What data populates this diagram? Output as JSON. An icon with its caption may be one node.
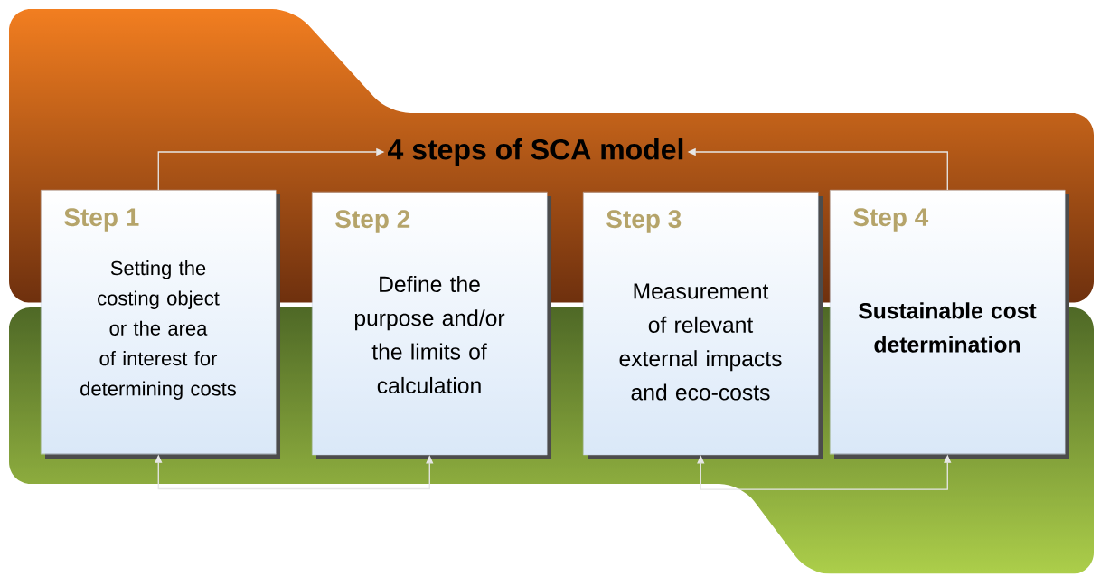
{
  "diagram": {
    "nodes": [
      {
        "text": [
          "4 steps of SCA model"
        ]
      },
      {
        "text": [
          "Step 1",
          "Setting the costing object or the area of interest for determining costs"
        ]
      },
      {
        "text": [
          "Step 2",
          "Define the purpose and/or the limits of calculation"
        ]
      },
      {
        "text": [
          "Step 3",
          "Measurement of relevant external impacts and eco-costs"
        ]
      },
      {
        "text": [
          "Step 4",
          "Sustainable cost determination"
        ]
      }
    ],
    "edges": [
      {
        "from": 1,
        "to": 0,
        "arrow": "to"
      },
      {
        "from": 4,
        "to": 0,
        "arrow": "to"
      },
      {
        "from": 1,
        "to": 2,
        "arrow": "both"
      },
      {
        "from": 3,
        "to": 4,
        "arrow": "both"
      }
    ]
  }
}
